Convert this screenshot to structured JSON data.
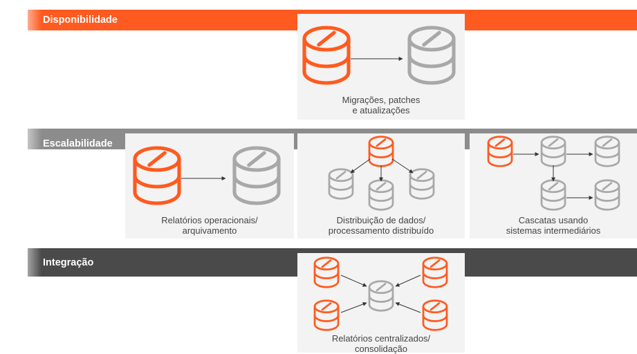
{
  "colors": {
    "accent": "#ff5a1f",
    "db_gray": "#a8a8a8",
    "band_disponibilidade": "#ff5a1f",
    "band_escalabilidade": "#8c8c8c",
    "band_integracao": "#4a4a4a",
    "card_bg": "#f3f3f3"
  },
  "sections": {
    "disponibilidade": {
      "label": "Disponibilidade",
      "cards": {
        "migracoes": {
          "line1": "Migrações, patches",
          "line2": "e atualizações"
        }
      }
    },
    "escalabilidade": {
      "label": "Escalabilidade",
      "cards": {
        "relatorios": {
          "line1": "Relatórios operacionais/",
          "line2": "arquivamento"
        },
        "distribuicao": {
          "line1": "Distribuição de dados/",
          "line2": "processamento distribuído"
        },
        "cascatas": {
          "line1": "Cascatas usando",
          "line2": "sistemas intermediários"
        }
      }
    },
    "integracao": {
      "label": "Integração",
      "cards": {
        "centralizados": {
          "line1": "Relatórios centralizados/",
          "line2": "consolidação"
        }
      }
    }
  },
  "icons": {
    "database": "database-icon",
    "arrow": "arrow-icon"
  }
}
